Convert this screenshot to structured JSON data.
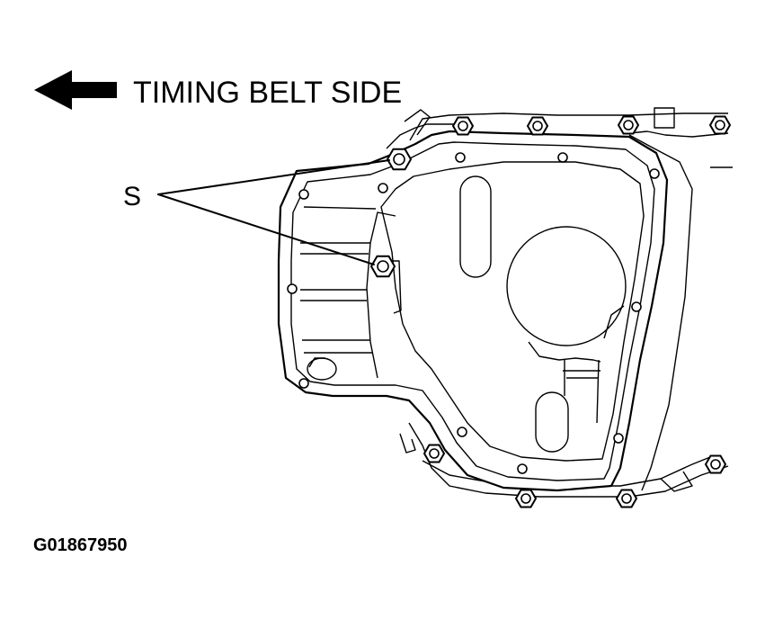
{
  "direction_label": "TIMING BELT SIDE",
  "callout_label": "S",
  "figure_id": "G01867950"
}
